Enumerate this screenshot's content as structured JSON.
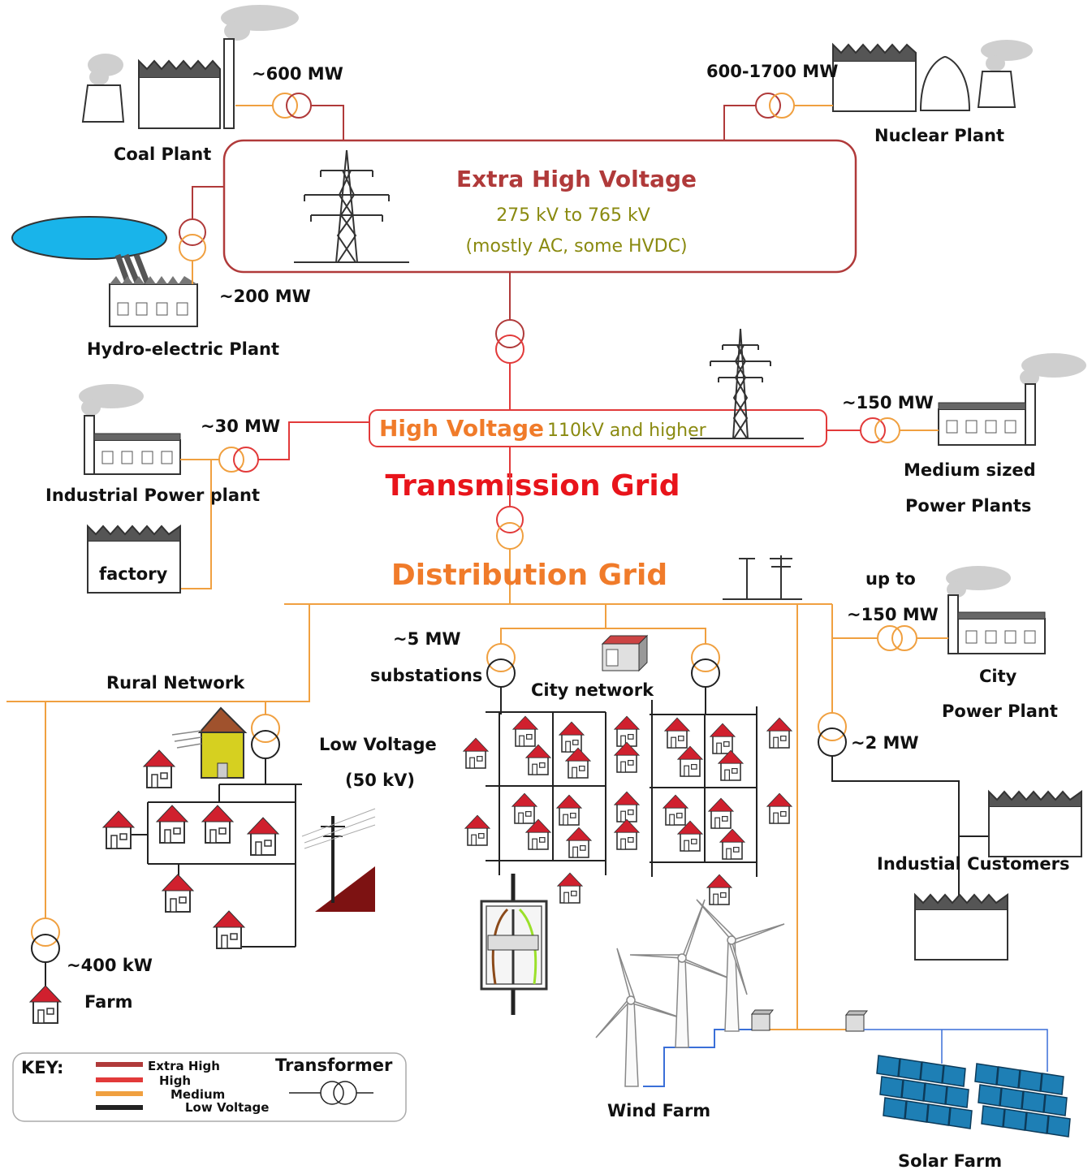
{
  "colors": {
    "extra_high": "#b03a3a",
    "high": "#e23a3a",
    "medium": "#f0a040",
    "low": "#222222",
    "title_red": "#e8141b",
    "orange": "#f07b2a",
    "olive": "#8a8a10",
    "smoke": "#cfcfcf",
    "lake": "#19b4ea",
    "house_roof": "#d0202e",
    "slope": "#7d1212",
    "panel": "#1e7fb5",
    "blue_line": "#3a6fd8"
  },
  "ehv": {
    "title": "Extra High Voltage",
    "range": "275 kV to 765 kV",
    "note": "(mostly AC, some HVDC)"
  },
  "hv": {
    "title": "High Voltage",
    "range": "110kV and higher"
  },
  "section": {
    "transmission": "Transmission Grid",
    "distribution": "Distribution Grid"
  },
  "plants": {
    "coal": {
      "label": "Coal Plant",
      "power": "~600 MW"
    },
    "nuclear": {
      "label": "Nuclear Plant",
      "power": "600-1700 MW"
    },
    "hydro": {
      "label": "Hydro-electric Plant",
      "power": "~200 MW"
    },
    "industrial": {
      "label": "Industrial Power plant",
      "power": "~30 MW"
    },
    "medium": {
      "label_line1": "Medium sized",
      "label_line2": "Power Plants",
      "power": "~150 MW"
    },
    "city": {
      "label_line1": "City",
      "label_line2": "Power Plant",
      "power_line1": "up to",
      "power_line2": "~150 MW"
    }
  },
  "factory": {
    "label": "factory"
  },
  "substations": {
    "power": "~5 MW",
    "label": "substations"
  },
  "city_network": {
    "label": "City network"
  },
  "rural": {
    "label": "Rural Network"
  },
  "low_voltage": {
    "line1": "Low Voltage",
    "line2": "(50 kV)"
  },
  "industrial_customers": {
    "label": "Industial Customers",
    "power": "~2 MW"
  },
  "farm": {
    "label": "Farm",
    "power": "~400 kW"
  },
  "wind": {
    "label": "Wind Farm"
  },
  "solar": {
    "label": "Solar Farm"
  },
  "key": {
    "title": "KEY:",
    "items": [
      "Extra High",
      "High",
      "Medium",
      "Low Voltage"
    ],
    "transformer": "Transformer"
  }
}
